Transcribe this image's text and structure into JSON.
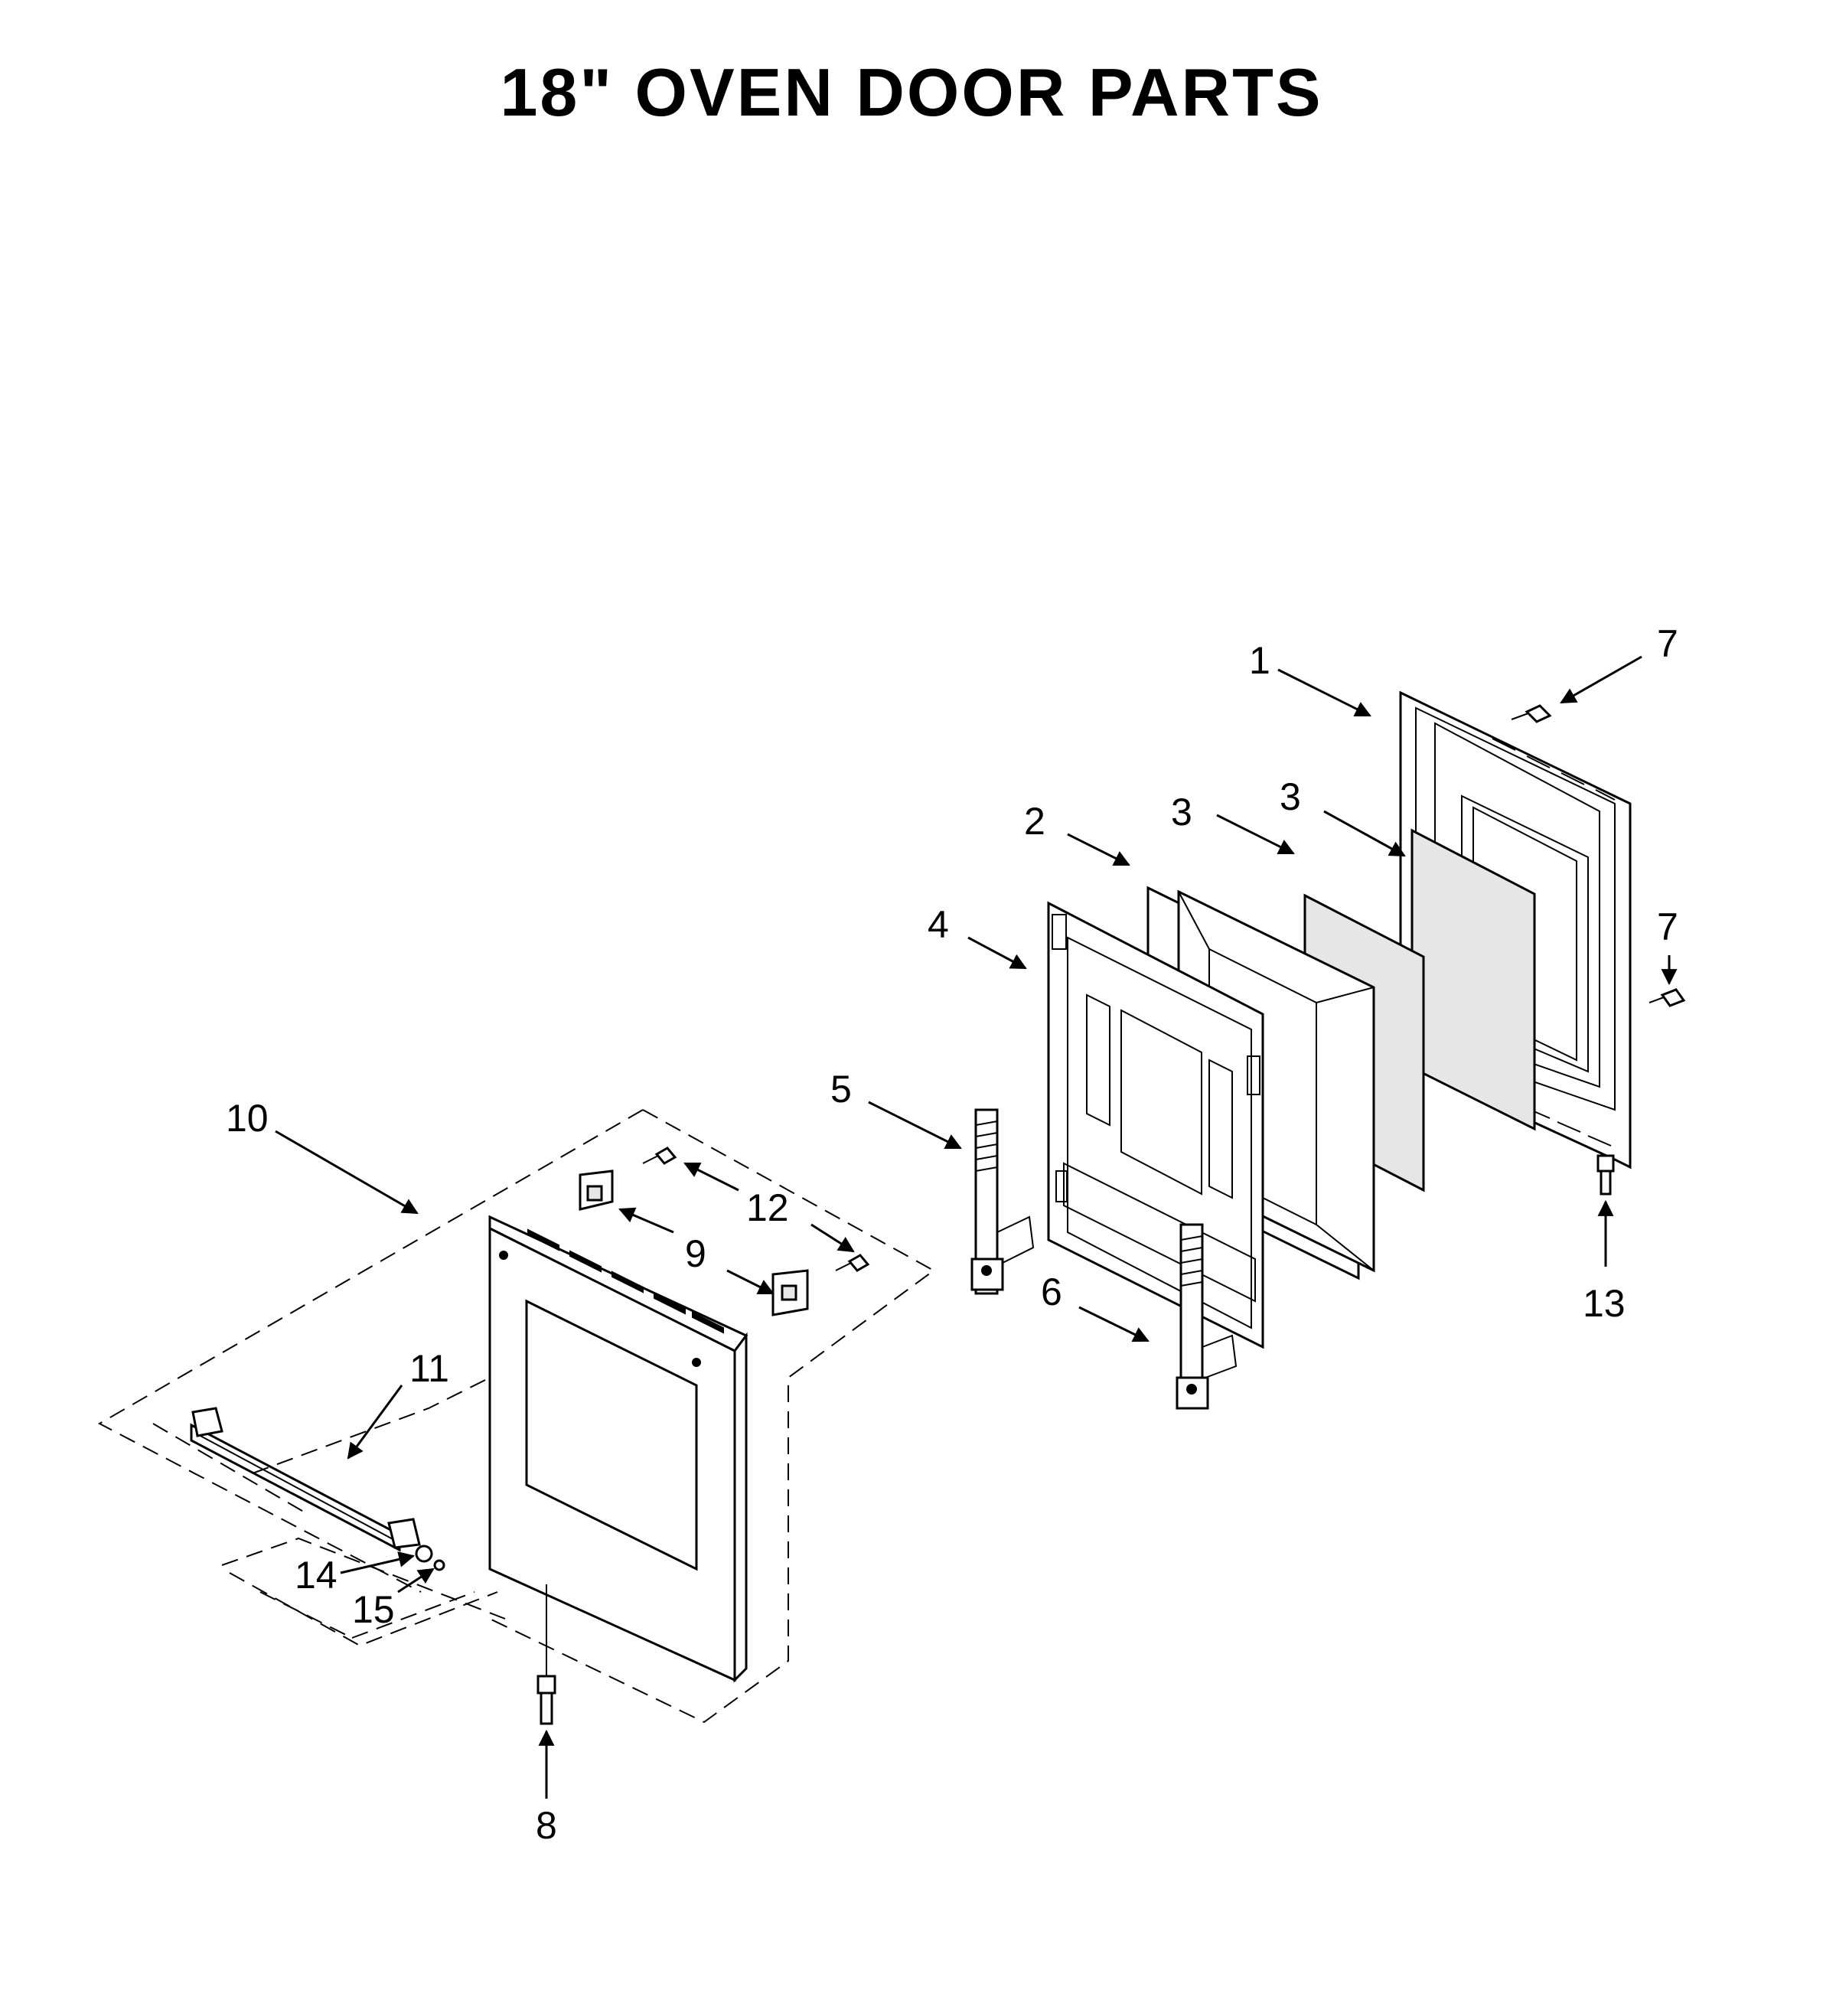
{
  "title": "18\" OVEN DOOR PARTS",
  "callouts": {
    "c1": "1",
    "c2": "2",
    "c3a": "3",
    "c3b": "3",
    "c4": "4",
    "c5": "5",
    "c6": "6",
    "c7a": "7",
    "c7b": "7",
    "c8": "8",
    "c9": "9",
    "c10": "10",
    "c11": "11",
    "c12": "12",
    "c13": "13",
    "c14": "14",
    "c15": "15"
  },
  "colors": {
    "line": "#000000",
    "background": "#ffffff"
  }
}
